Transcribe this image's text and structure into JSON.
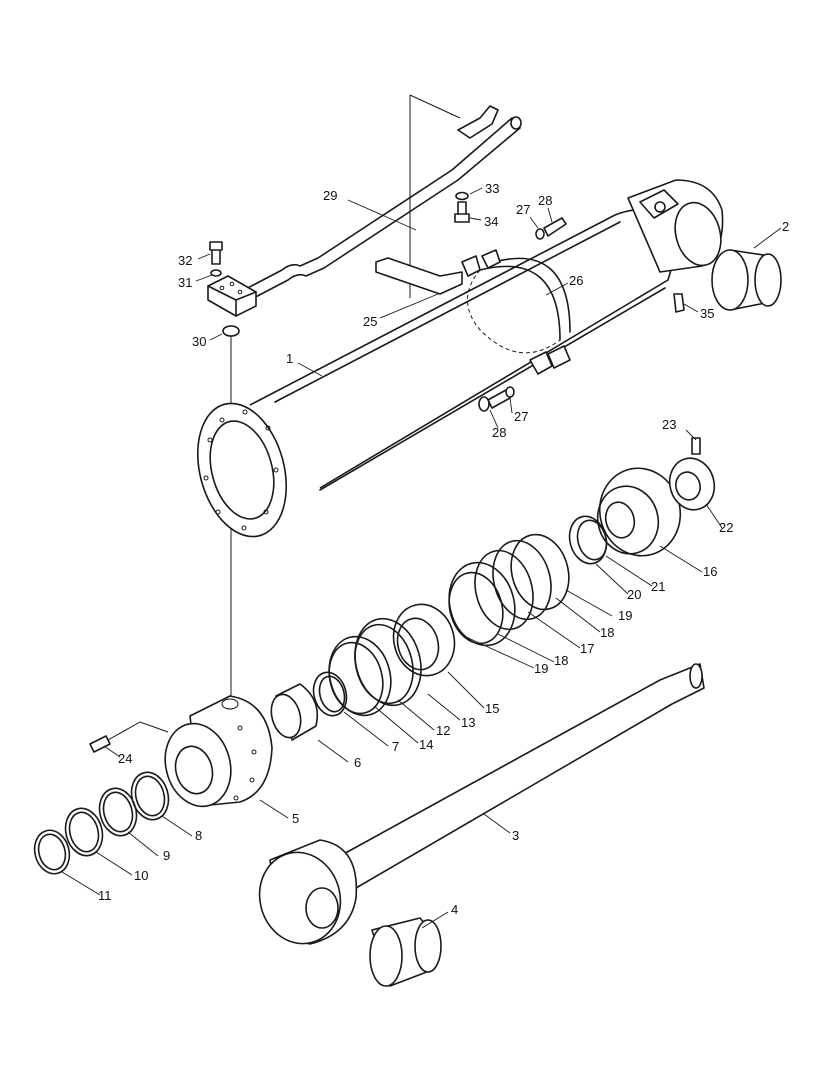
{
  "callouts": [
    {
      "id": "c1",
      "text": "1"
    },
    {
      "id": "c2",
      "text": "2"
    },
    {
      "id": "c3",
      "text": "3"
    },
    {
      "id": "c4",
      "text": "4"
    },
    {
      "id": "c5",
      "text": "5"
    },
    {
      "id": "c6",
      "text": "6"
    },
    {
      "id": "c7",
      "text": "7"
    },
    {
      "id": "c8",
      "text": "8"
    },
    {
      "id": "c9",
      "text": "9"
    },
    {
      "id": "c10",
      "text": "10"
    },
    {
      "id": "c11",
      "text": "11"
    },
    {
      "id": "c12",
      "text": "12"
    },
    {
      "id": "c13",
      "text": "13"
    },
    {
      "id": "c14",
      "text": "14"
    },
    {
      "id": "c15",
      "text": "15"
    },
    {
      "id": "c16",
      "text": "16"
    },
    {
      "id": "c17",
      "text": "17"
    },
    {
      "id": "c18a",
      "text": "18"
    },
    {
      "id": "c18b",
      "text": "18"
    },
    {
      "id": "c19a",
      "text": "19"
    },
    {
      "id": "c19b",
      "text": "19"
    },
    {
      "id": "c20",
      "text": "20"
    },
    {
      "id": "c21",
      "text": "21"
    },
    {
      "id": "c22",
      "text": "22"
    },
    {
      "id": "c23",
      "text": "23"
    },
    {
      "id": "c24",
      "text": "24"
    },
    {
      "id": "c25",
      "text": "25"
    },
    {
      "id": "c26",
      "text": "26"
    },
    {
      "id": "c27a",
      "text": "27"
    },
    {
      "id": "c27b",
      "text": "27"
    },
    {
      "id": "c28a",
      "text": "28"
    },
    {
      "id": "c28b",
      "text": "28"
    },
    {
      "id": "c29",
      "text": "29"
    },
    {
      "id": "c30",
      "text": "30"
    },
    {
      "id": "c31",
      "text": "31"
    },
    {
      "id": "c32",
      "text": "32"
    },
    {
      "id": "c33",
      "text": "33"
    },
    {
      "id": "c34",
      "text": "34"
    },
    {
      "id": "c35",
      "text": "35"
    }
  ]
}
